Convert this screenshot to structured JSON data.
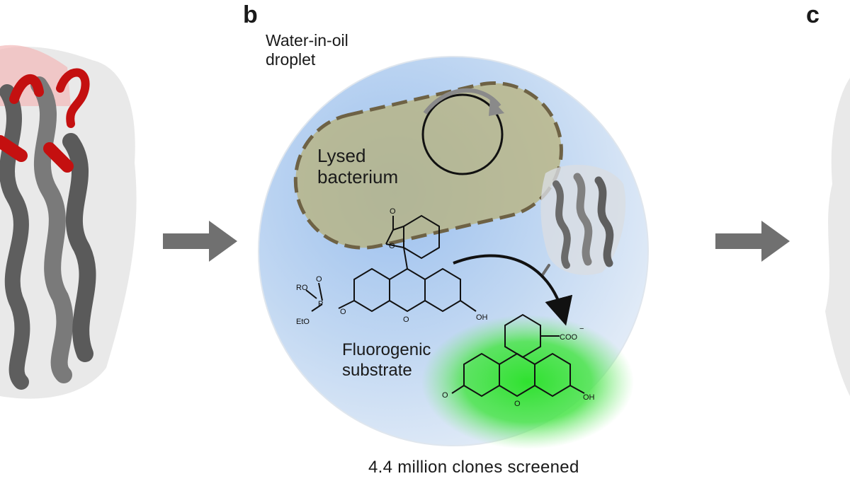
{
  "panels": {
    "b": "b",
    "c": "c"
  },
  "droplet": {
    "label_line1": "Water-in-oil",
    "label_line2": "droplet"
  },
  "bacterium": {
    "label_line1": "Lysed",
    "label_line2": "bacterium"
  },
  "substrate": {
    "label_line1": "Fluorogenic",
    "label_line2": "substrate",
    "groups": {
      "ro": "RO",
      "eto": "EtO",
      "p": "P",
      "o": "O",
      "oh": "OH"
    }
  },
  "product": {
    "coo": "COO",
    "charge": "−",
    "o": "O",
    "oh": "OH"
  },
  "caption": "4.4 million clones screened",
  "colors": {
    "helix_dark": "#6f6f6f",
    "helix_mutation": "#c41010",
    "droplet_blue": "#a9c8ee",
    "bacterium_fill": "#b8b27a",
    "product_glow": "#2fe12f",
    "arrow_gray": "#707070"
  }
}
